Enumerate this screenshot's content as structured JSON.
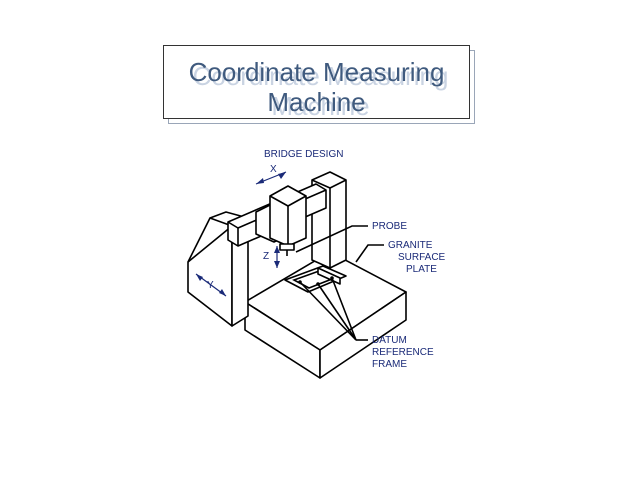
{
  "title": {
    "line1": "Coordinate Measuring",
    "line2": "Machine"
  },
  "labels": {
    "bridge_design": "BRIDGE DESIGN",
    "probe": "PROBE",
    "granite_1": "GRANITE",
    "granite_2": "SURFACE",
    "granite_3": "PLATE",
    "datum_1": "DATUM",
    "datum_2": "REFERENCE",
    "datum_3": "FRAME"
  },
  "axes": {
    "x": "X",
    "y": "Y",
    "z": "Z"
  },
  "colors": {
    "title": "#3f5a7e",
    "label": "#1a2a78",
    "line": "#000000"
  }
}
